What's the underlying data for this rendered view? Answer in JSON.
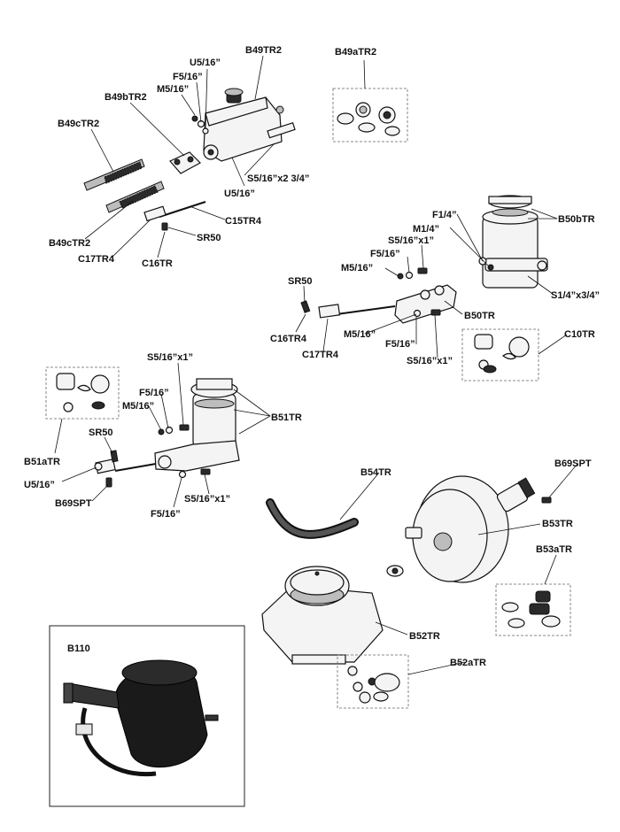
{
  "labels": {
    "u5_16_top": "U5/16”",
    "f5_16_top": "F5/16”",
    "m5_16_top": "M5/16”",
    "b49tr2": "B49TR2",
    "b49btr2": "B49bTR2",
    "b49atr2": "B49aTR2",
    "b49ctr2_top": "B49cTR2",
    "b49ctr2_bottom": "B49cTR2",
    "s5_16x2_3_4": "S5/16”x2 3/4”",
    "u5_16_mid": "U5/16”",
    "c15tr4": "C15TR4",
    "sr50_top": "SR50",
    "c17tr4_top": "C17TR4",
    "c16tr": "C16TR",
    "f1_4": "F1/4”",
    "m1_4": "M1/4”",
    "b50btr": "B50bTR",
    "s5_16x1_a": "S5/16”x1”",
    "f5_16_b": "F5/16”",
    "m5_16_b": "M5/16”",
    "s1_4x3_4": "S1/4”x3/4”",
    "sr50_mid": "SR50",
    "b50tr": "B50TR",
    "c16tr4": "C16TR4",
    "m5_16_c": "M5/16”",
    "c10tr": "C10TR",
    "c17tr4_mid": "C17TR4",
    "f5_16_c": "F5/16”",
    "s5_16x1_b": "S5/16”x1”",
    "s5_16x1_c": "S5/16”x1”",
    "f5_16_d": "F5/16”",
    "m5_16_d": "M5/16”",
    "b51tr": "B51TR",
    "sr50_low": "SR50",
    "b51atr": "B51aTR",
    "u5_16_low": "U5/16”",
    "b69spt_left": "B69SPT",
    "f5_16_e": "F5/16”",
    "s5_16x1_d": "S5/16”x1”",
    "b54tr": "B54TR",
    "b69spt_right": "B69SPT",
    "b53tr": "B53TR",
    "b53atr": "B53aTR",
    "b52tr": "B52TR",
    "b52atr": "B52aTR",
    "b110": "B110"
  }
}
